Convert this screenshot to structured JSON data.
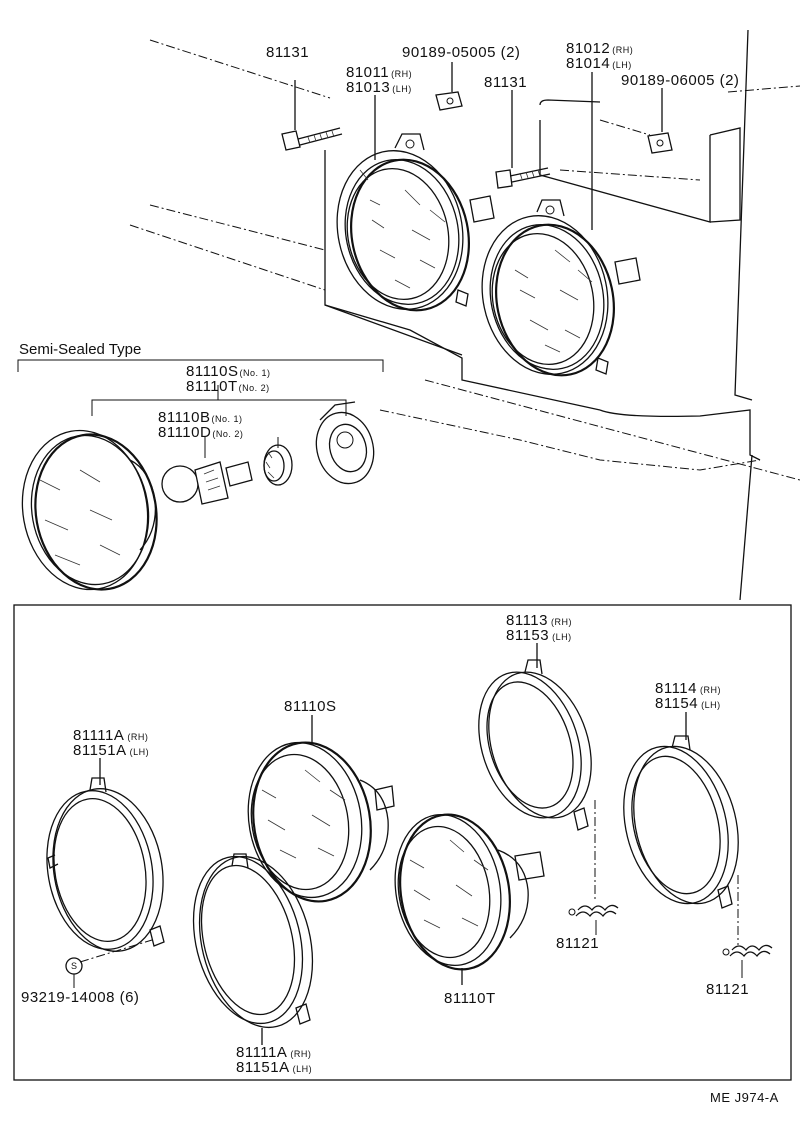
{
  "callouts": {
    "screw_top_left": "81131",
    "lamp_rh_main": "81011",
    "lamp_rh_sub": "(RH)",
    "lamp_lh_main": "81013",
    "lamp_lh_sub": "(LH)",
    "nut_top": "90189-05005 (2)",
    "screw_top_center": "81131",
    "mount_rh_main": "81012",
    "mount_rh_sub": "(RH)",
    "mount_lh_main": "81014",
    "mount_lh_sub": "(LH)",
    "nut_right": "90189-06005 (2)",
    "semi_sealed_title": "Semi-Sealed Type",
    "unit_no1_main": "81110S",
    "unit_no1_sub": "(No. 1)",
    "unit_no2_main": "81110T",
    "unit_no2_sub": "(No. 2)",
    "bulb_no1_main": "81110B",
    "bulb_no1_sub": "(No. 1)",
    "bulb_no2_main": "81110D",
    "bulb_no2_sub": "(No. 2)",
    "ring_upper_rh_main": "81113",
    "ring_upper_rh_sub": "(RH)",
    "ring_upper_lh_main": "81153",
    "ring_upper_lh_sub": "(LH)",
    "unit_s_label": "81110S",
    "ring_right_rh_main": "81114",
    "ring_right_rh_sub": "(RH)",
    "ring_right_lh_main": "81154",
    "ring_right_lh_sub": "(LH)",
    "retainer_left_rh_main": "81111A",
    "retainer_left_rh_sub": "(RH)",
    "retainer_left_lh_main": "81151A",
    "retainer_left_lh_sub": "(LH)",
    "spring_center": "81121",
    "screw_bottom": "93219-14008 (6)",
    "screw_bottom_marker": "S",
    "unit_t_label": "81110T",
    "spring_right": "81121",
    "retainer_bottom_rh_main": "81111A",
    "retainer_bottom_rh_sub": "(RH)",
    "retainer_bottom_lh_main": "81151A",
    "retainer_bottom_lh_sub": "(LH)"
  },
  "footer": {
    "code": "ME  J974-A"
  }
}
